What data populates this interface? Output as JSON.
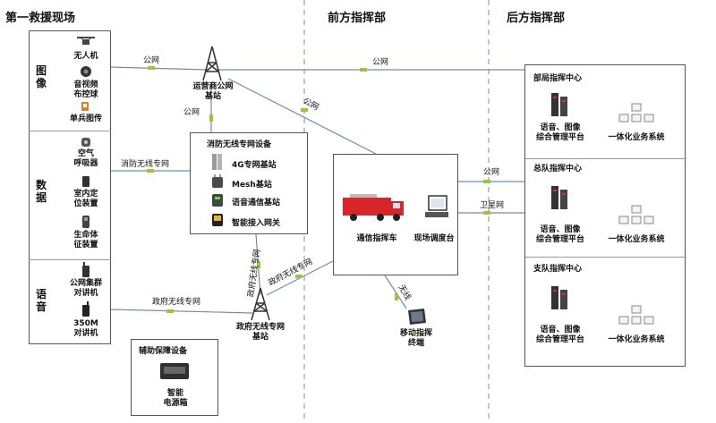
{
  "sections": {
    "first_site": "第一救援现场",
    "front_command": "前方指挥部",
    "rear_command": "后方指挥部"
  },
  "groups": {
    "image": "图像",
    "data": "数据",
    "voice": "语音"
  },
  "devices": {
    "drone": "无人机",
    "av_ball_l1": "音视频",
    "av_ball_l2": "布控球",
    "single_soldier": "单兵图传",
    "air_l1": "空气",
    "air_l2": "呼吸器",
    "indoor_l1": "室内定",
    "indoor_l2": "位装置",
    "vital_l1": "生命体",
    "vital_l2": "征装置",
    "pnc_l1": "公网集群",
    "pnc_l2": "对讲机",
    "r350_l1": "350M",
    "r350_l2": "对讲机"
  },
  "stations": {
    "operator_l1": "运营商公网",
    "operator_l2": "基站",
    "gov_l1": "政府无线专网",
    "gov_l2": "基站"
  },
  "fire_network": {
    "title": "消防无线专网设备",
    "items": [
      "4G专网基站",
      "Mesh基站",
      "语音通信基站",
      "智能接入网关"
    ]
  },
  "aux": {
    "title": "辅助保障设备",
    "item_l1": "智能",
    "item_l2": "电源箱"
  },
  "front": {
    "truck": "通信指挥车",
    "console": "现场调度台",
    "mobile_l1": "移动指挥",
    "mobile_l2": "终端"
  },
  "links": {
    "public_1": "公网",
    "public_2": "公网",
    "public_3": "公网",
    "public_4": "公网",
    "public_5": "公网",
    "fire_wireless": "消防无线专网",
    "gov_wireless_1": "政府无线专网",
    "gov_wireless_2": "政府无线专网",
    "gov_wireless_3": "政府无线专网",
    "wireless": "无线",
    "satellite": "卫星网"
  },
  "rear": {
    "centers": [
      {
        "title": "部局指挥中心",
        "platform_l1": "语音、图像",
        "platform_l2": "综合管理平台",
        "system": "一体化业务系统"
      },
      {
        "title": "总队指挥中心",
        "platform_l1": "语音、图像",
        "platform_l2": "综合管理平台",
        "system": "一体化业务系统"
      },
      {
        "title": "支队指挥中心",
        "platform_l1": "语音、图像",
        "platform_l2": "综合管理平台",
        "system": "一体化业务系统"
      }
    ]
  },
  "colors": {
    "line": "#6b8fb0",
    "connector": "#9dc43a",
    "divider": "#8a8a8a",
    "truck_red": "#d8252a"
  }
}
